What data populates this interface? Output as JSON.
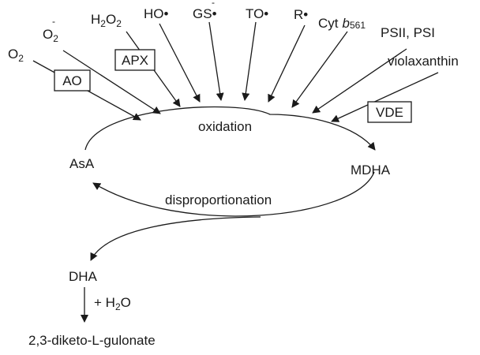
{
  "oxidants": {
    "o2": "O",
    "o2_sub": "2",
    "superoxide": "O",
    "superoxide_sub": "2",
    "superoxide_sup": "-",
    "h2o2_a": "H",
    "h2o2_sub1": "2",
    "h2o2_b": "O",
    "h2o2_sub2": "2",
    "hydroxyl": "HO•",
    "gs": "GS",
    "gs_sup": "-",
    "gs_dot": "•",
    "to": "TO•",
    "r": "R•",
    "cyt": "Cyt",
    "cyt_b": "b",
    "cyt_num": "561",
    "psii_psi": "PSII, PSI",
    "violaxanthin": "violaxanthin"
  },
  "enzymes": {
    "ao": "AO",
    "apx": "APX",
    "vde": "VDE"
  },
  "cycle": {
    "asa": "AsA",
    "mdha": "MDHA",
    "oxidation": "oxidation",
    "disproportionation": "disproportionation"
  },
  "products": {
    "dha": "DHA",
    "water_plus": "+ H",
    "water_sub": "2",
    "water_o": "O",
    "gulonate": "2,3-diketo-L-gulonate"
  }
}
